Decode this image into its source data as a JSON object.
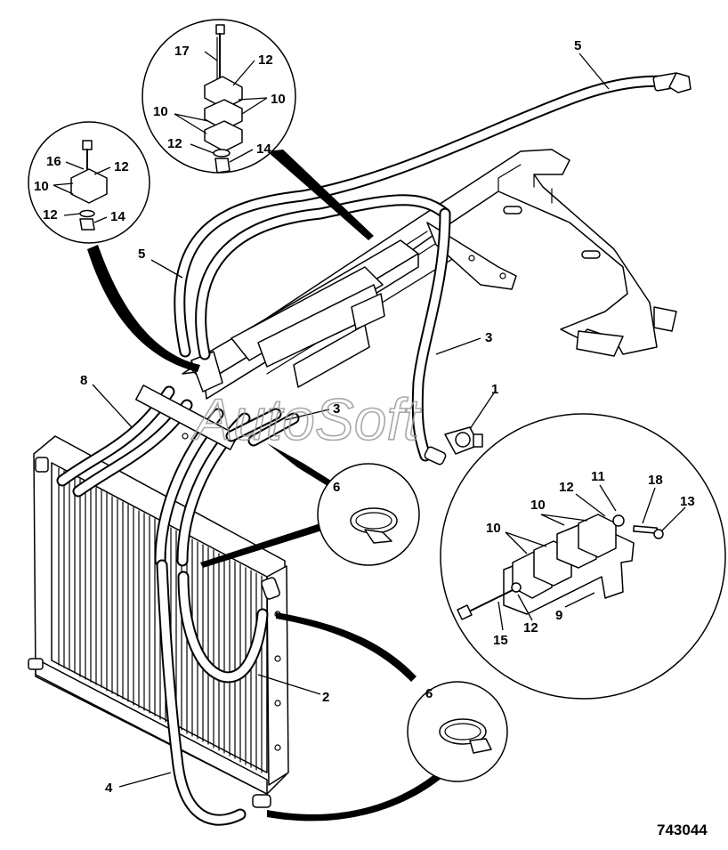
{
  "figure_number": "743044",
  "watermark": "AutoSoft",
  "callout_labels": {
    "c1": "1",
    "c2": "2",
    "c3a": "3",
    "c3b": "3",
    "c4": "4",
    "c5a": "5",
    "c5b": "5",
    "c6a": "6",
    "c6b": "6",
    "c8": "8",
    "c9": "9",
    "d17": "17",
    "d12a": "12",
    "d10a": "10",
    "d10b": "10",
    "d12b": "12",
    "d14a": "14",
    "e16": "16",
    "e12a": "12",
    "e10": "10",
    "e12b": "12",
    "e14": "14",
    "f10a": "10",
    "f12a": "12",
    "f11": "11",
    "f18": "18",
    "f13": "13",
    "f10b": "10",
    "f15": "15",
    "f12b": "12"
  }
}
